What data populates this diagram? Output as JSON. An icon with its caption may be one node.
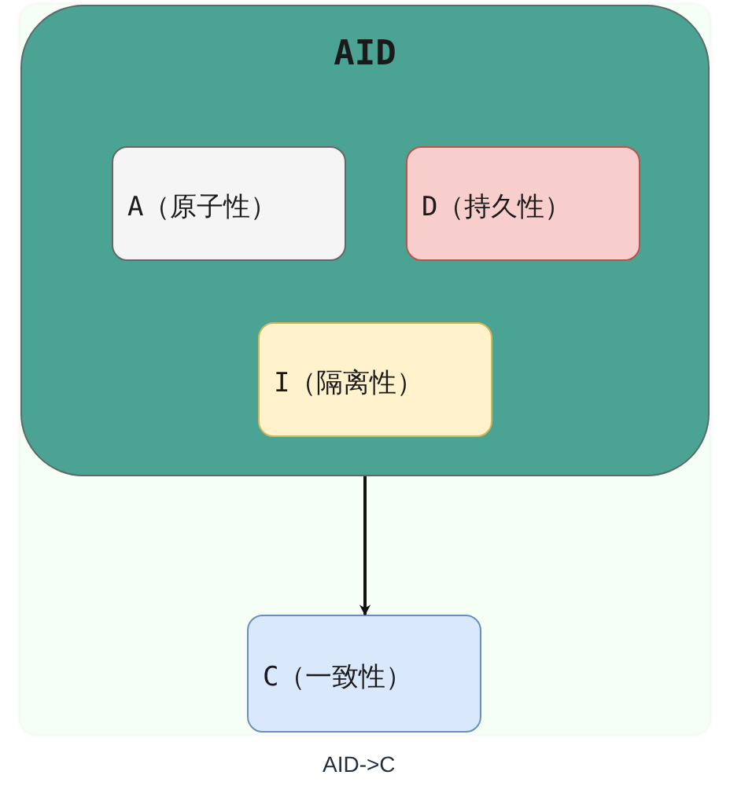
{
  "diagram": {
    "caption": "AID->C",
    "nodes": [
      {
        "text": [
          "AID"
        ]
      },
      {
        "text": [
          "A（原子性）"
        ],
        "in": 0
      },
      {
        "text": [
          "D（持久性）"
        ],
        "in": 0
      },
      {
        "text": [
          "I（隔离性）"
        ],
        "in": 0
      },
      {
        "text": [
          "C（一致性）"
        ]
      }
    ],
    "edges": [
      {
        "from": 0,
        "to": 4,
        "arrow": "to"
      }
    ]
  }
}
